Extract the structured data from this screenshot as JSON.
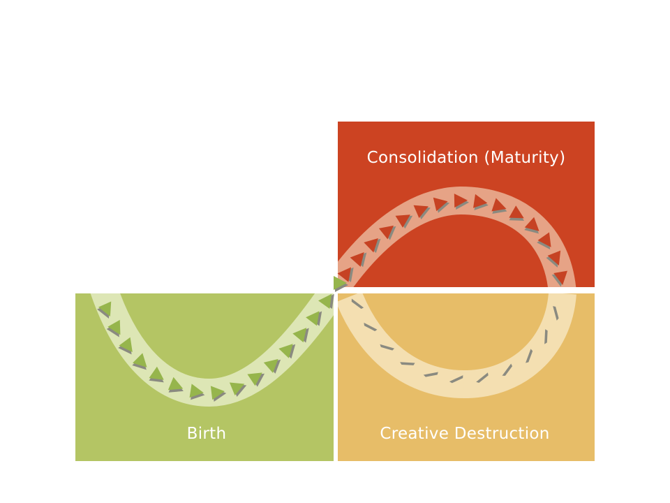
{
  "quadrants": {
    "consolidation": {
      "label": "Consolidation (Maturity)",
      "color": "#cc4322"
    },
    "birth": {
      "label": "Birth",
      "color": "#b4c564"
    },
    "destruction": {
      "label": "Creative Destruction",
      "color": "#e7bd68"
    }
  },
  "band_colors": {
    "birth": "#dde6b5",
    "consolidation": "#e6a386",
    "destruction": "#f4dfb1"
  },
  "arrow_colors": {
    "birth": "#96b54c",
    "consolidation": "#c64223",
    "destruction": "#f4dfb1",
    "shadow": "#8a8a80"
  }
}
